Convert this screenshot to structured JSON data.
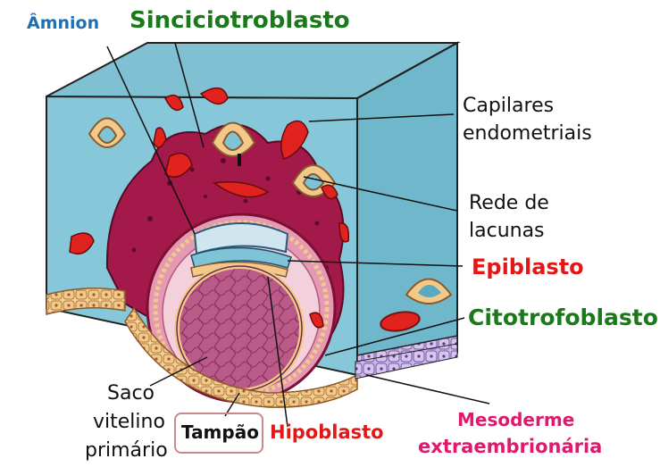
{
  "labels": {
    "amnion": "Âmnion",
    "sinciciotroblasto": "Sinciciotroblasto",
    "capilares_line1": "Capilares",
    "capilares_line2": "endometriais",
    "rede_line1": "Rede de",
    "rede_line2": "lacunas",
    "epiblasto": "Epiblasto",
    "citotrofoblasto": "Citotrofoblasto",
    "saco_line1": "Saco",
    "saco_line2": "vitelino",
    "saco_line3": "primário",
    "tampao": "Tampão",
    "hipoblasto": "Hipoblasto",
    "mesoderme_line1": "Mesoderme",
    "mesoderme_line2": "extraembrionária"
  },
  "colors": {
    "blue_label": "#1f6fb5",
    "green_label": "#1a7a1a",
    "red_label": "#e01818",
    "pink_label": "#e0186e",
    "tissue_blue": "#7fc3d6",
    "tissue_blue_dark": "#5aa9c2",
    "syncytio": "#a3194a",
    "syncytio_dark": "#7d0f36",
    "cyto_pink": "#e59ab3",
    "yolk": "#b85a86",
    "blood_red": "#e0231e",
    "cell_tan": "#f2c98a"
  }
}
